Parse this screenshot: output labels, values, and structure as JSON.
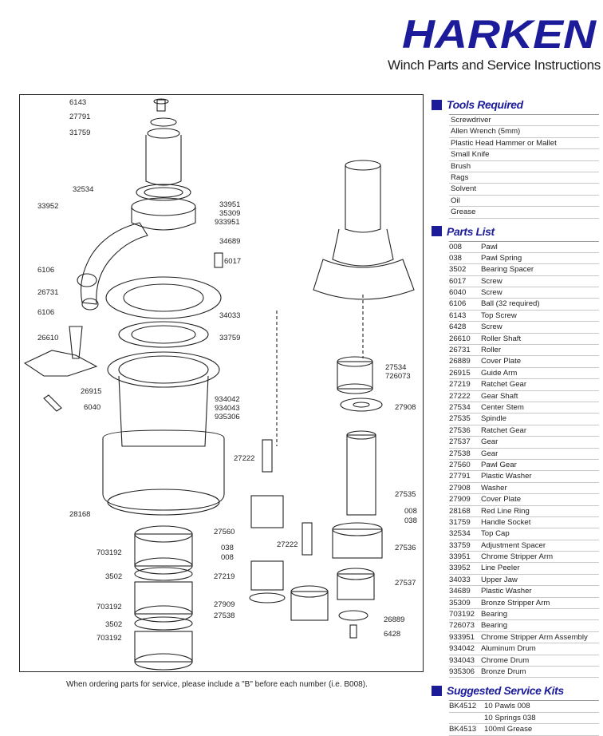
{
  "header": {
    "brand": "HARKEN",
    "subtitle": "Winch Parts and Service Instructions"
  },
  "colors": {
    "brand": "#1c1c9a",
    "text": "#222222",
    "rule": "#c8c8c8"
  },
  "diagram": {
    "callouts": [
      "6143",
      "27791",
      "31759",
      "32534",
      "33952",
      "33951",
      "35309",
      "933951",
      "34689",
      "6017",
      "6106",
      "26731",
      "6106",
      "34033",
      "26610",
      "33759",
      "26915",
      "6040",
      "934042",
      "934043",
      "935306",
      "27534",
      "726073",
      "27908",
      "27222",
      "28168",
      "27560",
      "038",
      "008",
      "703192",
      "3502",
      "27222",
      "27219",
      "703192",
      "3502",
      "27909",
      "27538",
      "703192",
      "27535",
      "008",
      "038",
      "27536",
      "27537",
      "26889",
      "6428"
    ]
  },
  "tools": {
    "title": "Tools Required",
    "items": [
      "Screwdriver",
      "Allen Wrench (5mm)",
      "Plastic Head Hammer or Mallet",
      "Small Knife",
      "Brush",
      "Rags",
      "Solvent",
      "Oil",
      "Grease"
    ]
  },
  "parts": {
    "title": "Parts List",
    "items": [
      {
        "no": "008",
        "name": "Pawl"
      },
      {
        "no": "038",
        "name": "Pawl Spring"
      },
      {
        "no": "3502",
        "name": "Bearing Spacer"
      },
      {
        "no": "6017",
        "name": "Screw"
      },
      {
        "no": "6040",
        "name": "Screw"
      },
      {
        "no": "6106",
        "name": "Ball (32 required)"
      },
      {
        "no": "6143",
        "name": "Top Screw"
      },
      {
        "no": "6428",
        "name": "Screw"
      },
      {
        "no": "26610",
        "name": "Roller Shaft"
      },
      {
        "no": "26731",
        "name": "Roller"
      },
      {
        "no": "26889",
        "name": "Cover Plate"
      },
      {
        "no": "26915",
        "name": "Guide Arm"
      },
      {
        "no": "27219",
        "name": "Ratchet Gear"
      },
      {
        "no": "27222",
        "name": "Gear Shaft"
      },
      {
        "no": "27534",
        "name": "Center Stem"
      },
      {
        "no": "27535",
        "name": "Spindle"
      },
      {
        "no": "27536",
        "name": "Ratchet Gear"
      },
      {
        "no": "27537",
        "name": "Gear"
      },
      {
        "no": "27538",
        "name": "Gear"
      },
      {
        "no": "27560",
        "name": "Pawl Gear"
      },
      {
        "no": "27791",
        "name": "Plastic Washer"
      },
      {
        "no": "27908",
        "name": "Washer"
      },
      {
        "no": "27909",
        "name": "Cover Plate"
      },
      {
        "no": "28168",
        "name": "Red Line Ring"
      },
      {
        "no": "31759",
        "name": "Handle Socket"
      },
      {
        "no": "32534",
        "name": "Top Cap"
      },
      {
        "no": "33759",
        "name": "Adjustment Spacer"
      },
      {
        "no": "33951",
        "name": "Chrome Stripper Arm"
      },
      {
        "no": "33952",
        "name": "Line Peeler"
      },
      {
        "no": "34033",
        "name": "Upper Jaw"
      },
      {
        "no": "34689",
        "name": "Plastic Washer"
      },
      {
        "no": "35309",
        "name": "Bronze Stripper Arm"
      },
      {
        "no": "703192",
        "name": "Bearing"
      },
      {
        "no": "726073",
        "name": "Bearing"
      },
      {
        "no": "933951",
        "name": "Chrome Stripper Arm Assembly"
      },
      {
        "no": "934042",
        "name": "Aluminum Drum"
      },
      {
        "no": "934043",
        "name": "Chrome Drum"
      },
      {
        "no": "935306",
        "name": "Bronze Drum"
      }
    ]
  },
  "kits": {
    "title": "Suggested Service Kits",
    "items": [
      {
        "no": "BK4512",
        "name": "10 Pawls 008"
      },
      {
        "no": "",
        "name": "10 Springs 038"
      },
      {
        "no": "BK4513",
        "name": "100ml Grease"
      }
    ]
  },
  "footnote": "When ordering parts for service, please include a \"B\" before each number (i.e. B008)."
}
